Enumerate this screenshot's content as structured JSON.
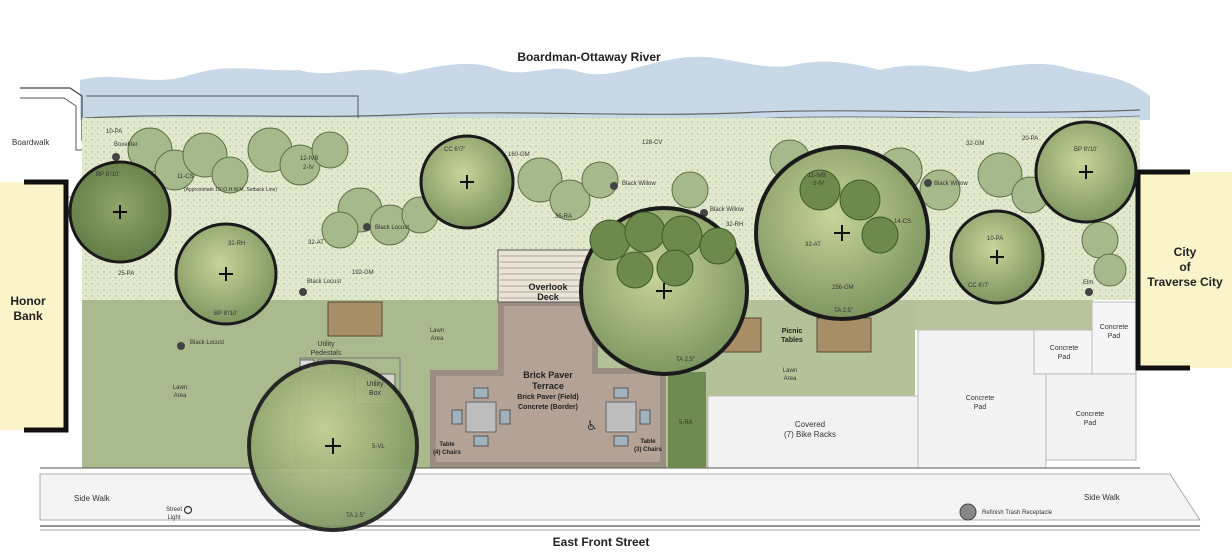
{
  "titles": {
    "river": "Boardman-Ottaway River",
    "street": "East Front Street"
  },
  "buildings": {
    "west": [
      "Honor",
      "Bank"
    ],
    "east": [
      "City",
      "of",
      "Traverse City"
    ]
  },
  "edges": {
    "boardwalk": "Boardwalk",
    "sidewalk_left": "Side  Walk",
    "sidewalk_right": "Side  Walk",
    "street_light": [
      "Street",
      "Light"
    ],
    "trash": "Refinish Trash Receptacle"
  },
  "areas": {
    "overlook": [
      "Overlook",
      "Deck"
    ],
    "terrace": [
      "Brick Paver",
      "Terrace",
      "Brick Paver (Field)",
      "Concrete (Border)"
    ],
    "lawn_left": [
      "Lawn",
      "Area"
    ],
    "lawn_mid": [
      "Lawn",
      "Area"
    ],
    "lawn_right": [
      "Lawn",
      "Area"
    ],
    "utility_pedestals": [
      "Utility",
      "Pedestals"
    ],
    "utility_box": [
      "Utility",
      "Box"
    ],
    "picnic": [
      "Picnic",
      "Tables"
    ],
    "bike": [
      "Covered",
      "(7) Bike Racks"
    ],
    "concrete_pads": [
      [
        "Concrete",
        "Pad"
      ],
      [
        "Concrete",
        "Pad"
      ],
      [
        "Concrete",
        "Pad"
      ],
      [
        "Concrete",
        "Pad"
      ]
    ],
    "table_left": [
      "Table",
      "(4) Chairs"
    ],
    "table_right": [
      "Table",
      "(3) Chairs"
    ]
  },
  "plant_labels": {
    "pa10_top": "10-PA",
    "boxelder": "Boxelder",
    "bp_left": "BP 8'/10'",
    "cs11": "11-CS",
    "ivb12": [
      "12-IVB",
      "2-IV"
    ],
    "setback": "(Approximate 10'-O.H.W.M. Setback Line)",
    "cc_top": "CC 6'/7'",
    "gm160": "160-GM",
    "cv128": "128-CV",
    "gm32_top": "32-GM",
    "pa20": "20-PA",
    "bp_right": "BP 8'/10'",
    "black_willow_1": "Black Willow",
    "black_willow_2": "Black Willow",
    "black_willow_3": "Black Willow",
    "ra35": "35-RA",
    "rh32_mid": "32-RH",
    "ivb11": [
      "11-IVB",
      "2-IV"
    ],
    "cs14": "14-CS",
    "at32_right": "32-AT",
    "gm256": "256-GM",
    "ta_right": "TA 2.5\"",
    "pa10_right": "10-PA",
    "cc_right": "CC 6'/7'",
    "elm": "Elm",
    "black_locust_1": "Black Locust",
    "black_locust_2": "Black Locust",
    "black_locust_3": "Black Locust",
    "rh32_left": "32-RH",
    "at32_left": "32-AT",
    "gm192": "192-GM",
    "pa25": "25-PA",
    "bp_mid": "BP 8'/10'",
    "vl5": "5-VL",
    "ta_bottom": "TA 2.5\"",
    "ta_mid": "TA 2.5\"",
    "ra5": "5-RA"
  },
  "colors": {
    "sky": "#c9d8e6",
    "lawn": "#a9ba8e",
    "shrub": "#8a9e6a",
    "tree": "#6f8a52",
    "groundcover": "#dfe6c8",
    "paver": "#b3a295",
    "concrete": "#f0f0f0",
    "building": "#fbf3c9",
    "circle": "#1a1a1a"
  }
}
